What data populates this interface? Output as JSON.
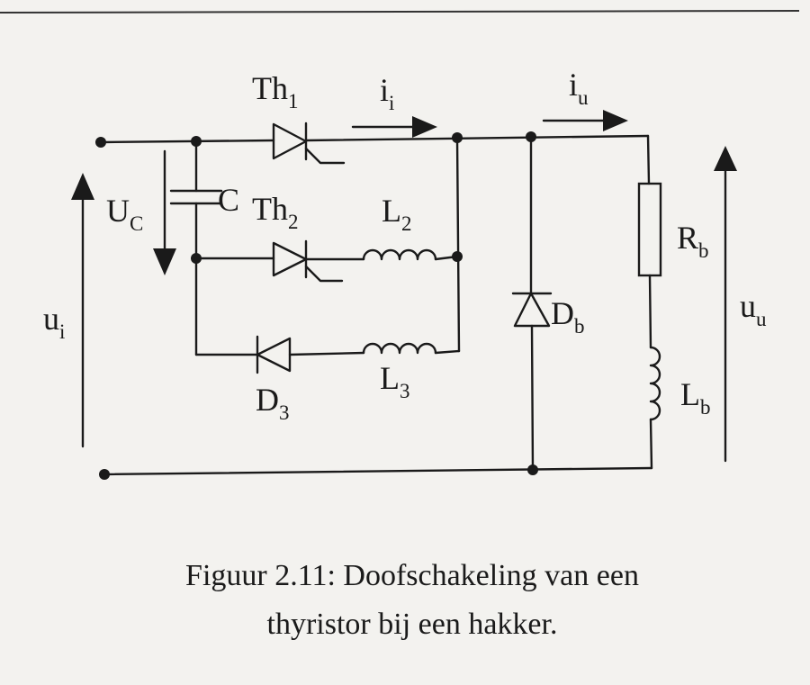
{
  "labels": {
    "th1": {
      "main": "Th",
      "sub": "1"
    },
    "th2": {
      "main": "Th",
      "sub": "2"
    },
    "ii": {
      "main": "i",
      "sub": "i"
    },
    "iu": {
      "main": "i",
      "sub": "u"
    },
    "uc": {
      "main": "U",
      "sub": "C"
    },
    "c": {
      "main": "C"
    },
    "l2": {
      "main": "L",
      "sub": "2"
    },
    "l3": {
      "main": "L",
      "sub": "3"
    },
    "d3": {
      "main": "D",
      "sub": "3"
    },
    "db": {
      "main": "D",
      "sub": "b"
    },
    "rb": {
      "main": "R",
      "sub": "b"
    },
    "lb": {
      "main": "L",
      "sub": "b"
    },
    "ui": {
      "main": "u",
      "sub": "i"
    },
    "uu": {
      "main": "u",
      "sub": "u"
    }
  },
  "caption": {
    "line1": "Figuur 2.11: Doofschakeling van een",
    "line2": "thyristor bij een hakker."
  }
}
